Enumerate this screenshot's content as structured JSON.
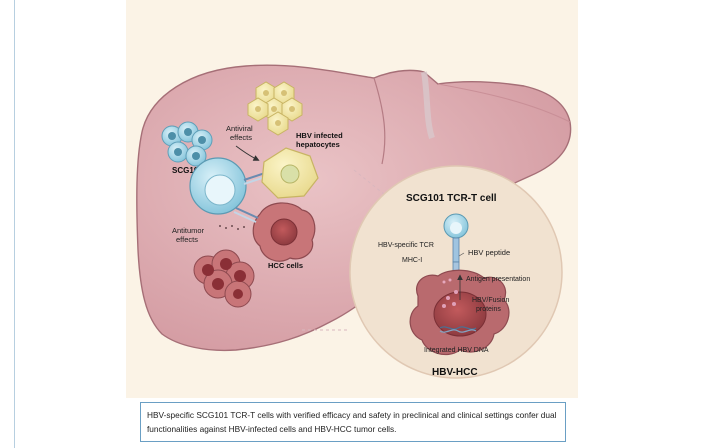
{
  "figure": {
    "labels": {
      "scg101": "SCG101",
      "antiviral_line1": "Antiviral",
      "antiviral_line2": "effects",
      "hbv_infected_line1": "HBV infected",
      "hbv_infected_line2": "hepatocytes",
      "antitumor_line1": "Antitumor",
      "antitumor_line2": "effects",
      "hcc_cells": "HCC cells"
    },
    "inset": {
      "title": "SCG101 TCR-T cell",
      "tcr": "HBV-specific TCR",
      "mhc": "MHC-I",
      "peptide": "HBV peptide",
      "antigen": "Antigen presentation",
      "fusion_line1": "HBV/Fusion",
      "fusion_line2": "proteins",
      "dna": "Integrated HBV DNA",
      "bottom": "HBV-HCC"
    },
    "colors": {
      "liver": "#dca7ad",
      "inset_bg": "#f1e2d0",
      "tcell": "#9cd4e6",
      "hepatocyte": "#f2e6a2",
      "tumor": "#b25a5e"
    }
  },
  "caption": {
    "text": "HBV-specific SCG101 TCR-T cells with verified efficacy and safety in preclinical and clinical settings confer dual functionalities against HBV-infected cells and HBV-HCC tumor cells."
  }
}
